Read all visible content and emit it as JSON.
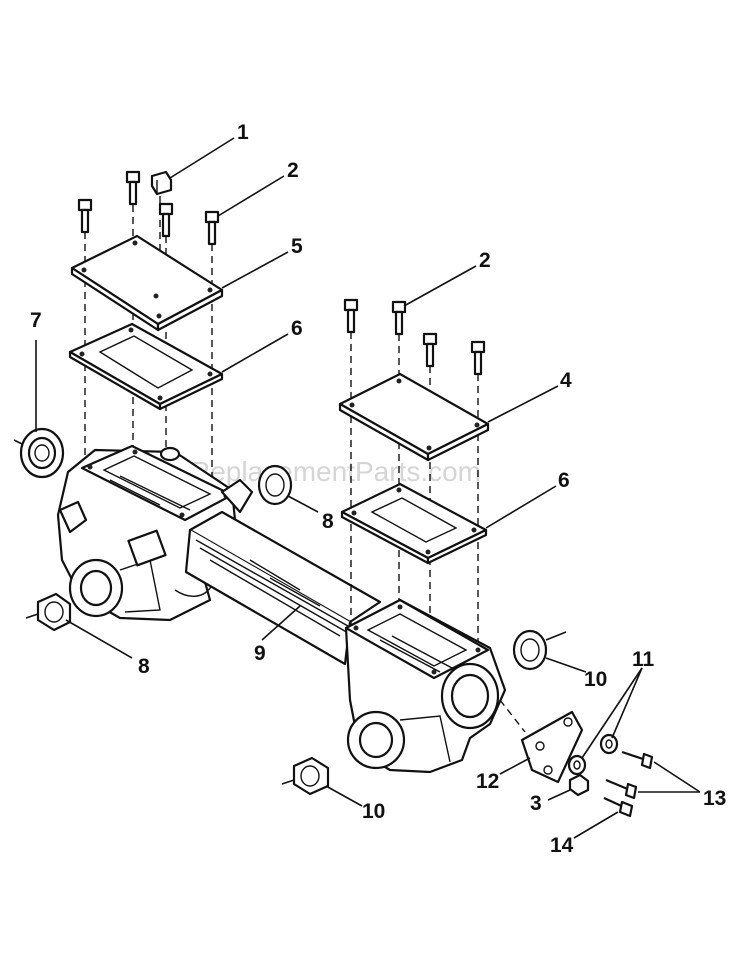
{
  "watermark": "ReplacementParts.com",
  "callouts": {
    "c1": "1",
    "c2a": "2",
    "c2b": "2",
    "c3": "3",
    "c4": "4",
    "c5": "5",
    "c6a": "6",
    "c6b": "6",
    "c7": "7",
    "c8a": "8",
    "c8b": "8",
    "c9": "9",
    "c10a": "10",
    "c10b": "10",
    "c11": "11",
    "c12": "12",
    "c13": "13",
    "c14": "14"
  }
}
